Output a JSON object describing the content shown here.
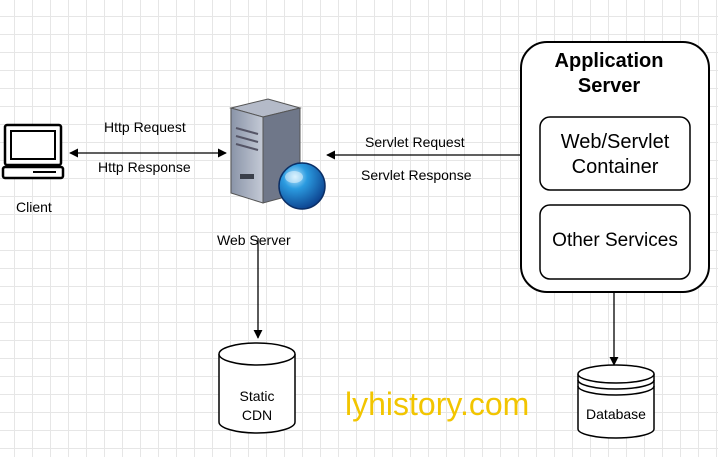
{
  "client": {
    "label": "Client"
  },
  "web_server": {
    "label": "Web Server"
  },
  "http": {
    "request": "Http Request",
    "response": "Http Response"
  },
  "servlet": {
    "request": "Servlet Request",
    "response": "Servlet Response"
  },
  "app_server": {
    "title_line1": "Application",
    "title_line2": "Server",
    "container_line1": "Web/Servlet",
    "container_line2": "Container",
    "other_services": "Other Services"
  },
  "cdn": {
    "line1": "Static",
    "line2": "CDN"
  },
  "database": {
    "label": "Database"
  },
  "watermark": {
    "text": "lyhistory.com",
    "color": "#f2c500"
  }
}
